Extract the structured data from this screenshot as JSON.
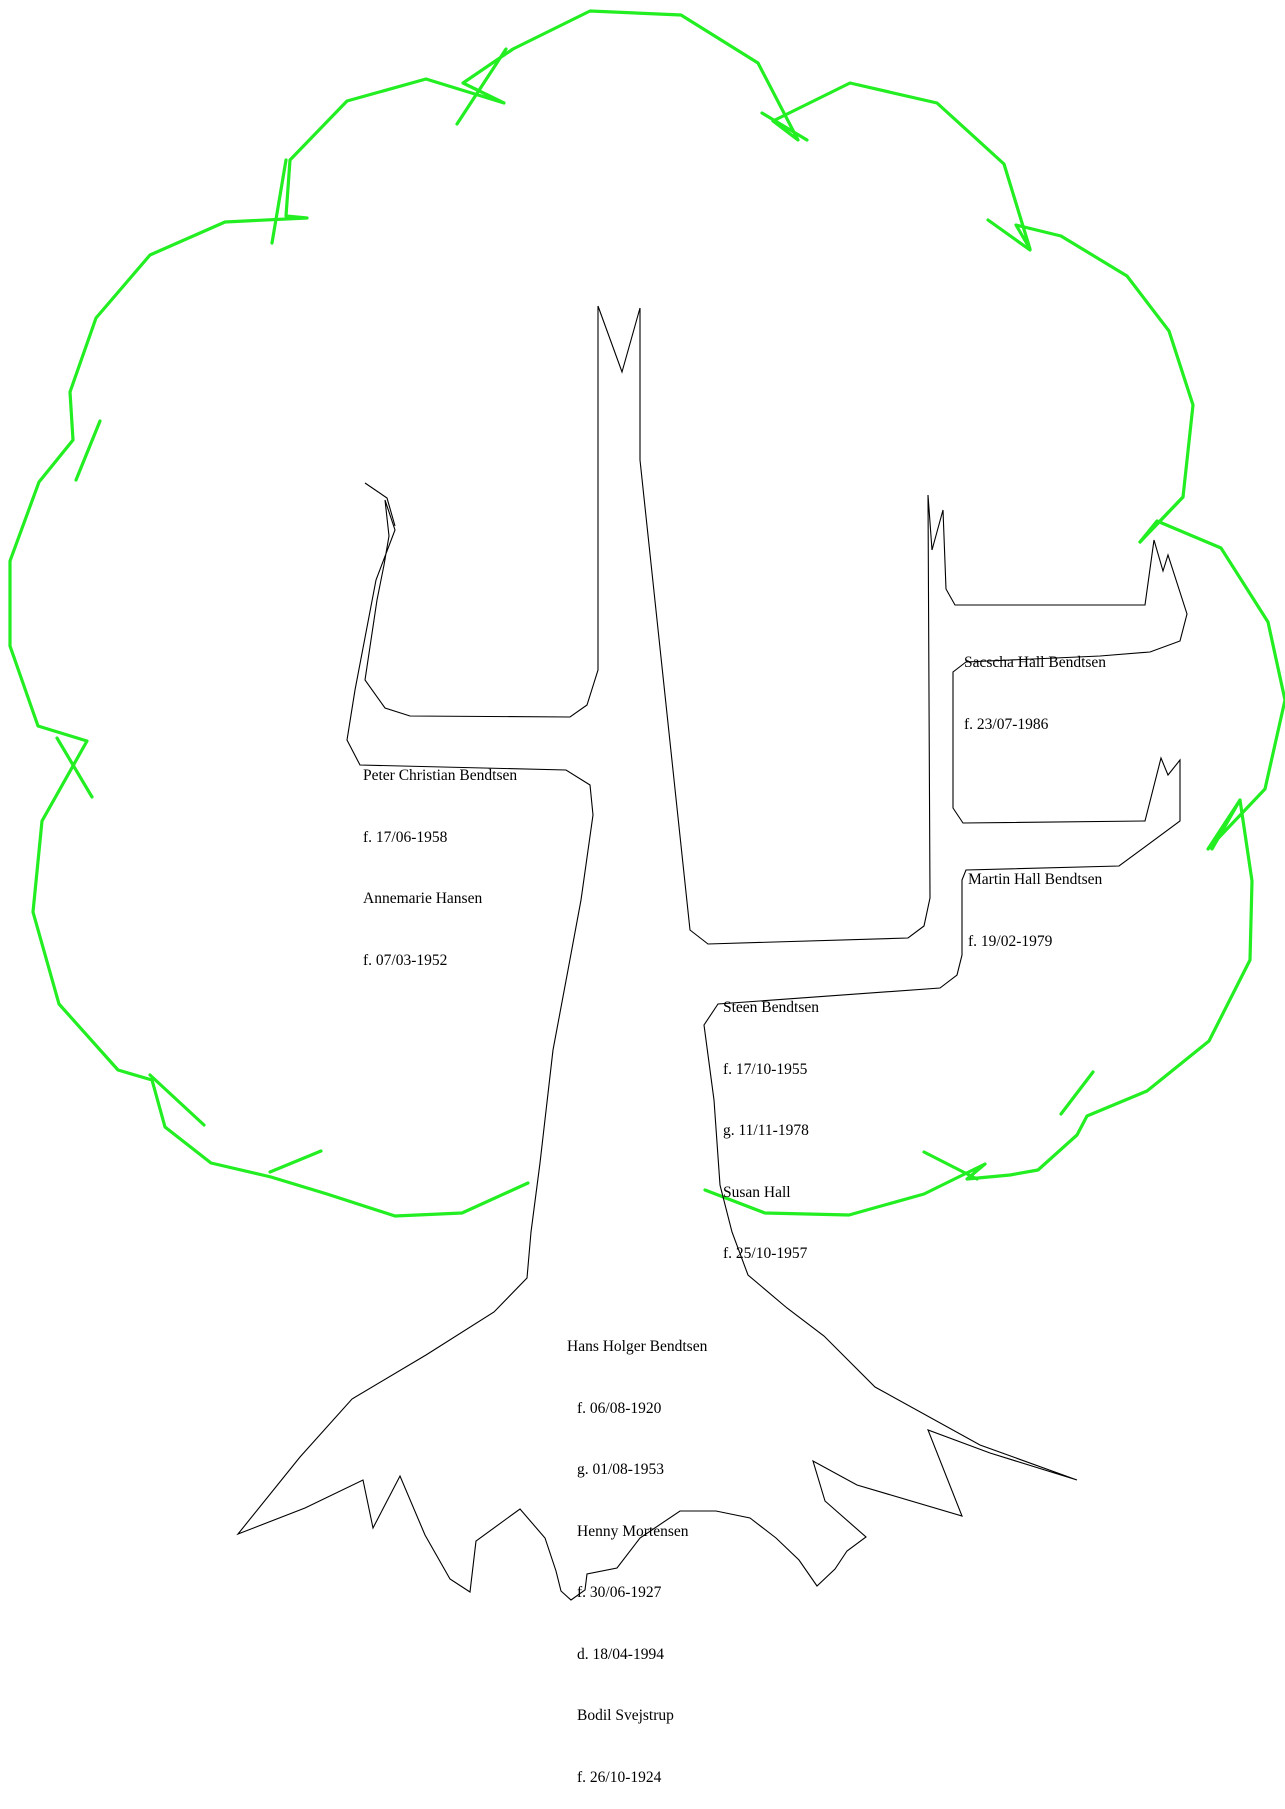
{
  "colors": {
    "crown": "#22ee22",
    "trunk": "#000000",
    "background": "#ffffff"
  },
  "people": {
    "root": {
      "lines": [
        "Hans Holger Bendtsen",
        "f. 06/08-1920",
        "g. 01/08-1953",
        "Henny Mortensen",
        "f. 30/06-1927",
        "d. 18/04-1994",
        "Bodil Svejstrup",
        "f. 26/10-1924"
      ]
    },
    "peter": {
      "lines": [
        "Peter Christian Bendtsen",
        "f. 17/06-1958",
        "Annemarie Hansen",
        "f. 07/03-1952"
      ]
    },
    "steen": {
      "lines": [
        "Steen Bendtsen",
        "f. 17/10-1955",
        "g. 11/11-1978",
        "Susan Hall",
        "f. 25/10-1957"
      ]
    },
    "sacscha": {
      "lines": [
        "Sacscha Hall Bendtsen",
        "f. 23/07-1986"
      ]
    },
    "martin": {
      "lines": [
        "Martin Hall Bendtsen",
        "f. 19/02-1979"
      ]
    }
  }
}
